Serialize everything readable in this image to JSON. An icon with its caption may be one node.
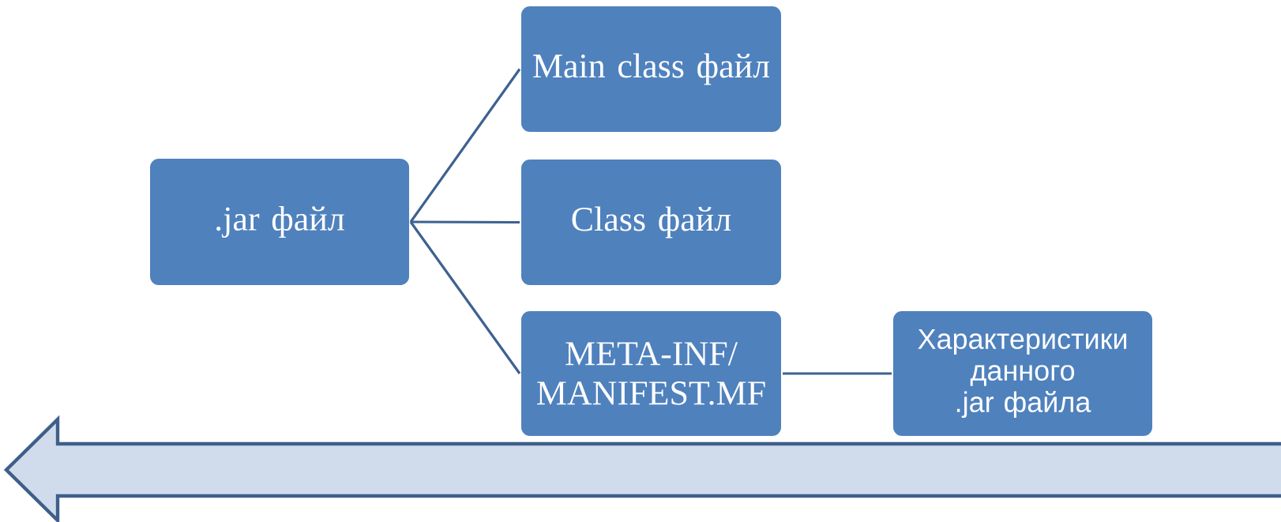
{
  "diagram": {
    "nodes": [
      {
        "text": [
          ".jar файл"
        ]
      },
      {
        "text": [
          "Main class файл"
        ]
      },
      {
        "text": [
          "Class файл"
        ]
      },
      {
        "text": [
          "META-INF/MANIFEST.MF"
        ]
      },
      {
        "text": [
          "Характеристики данного .jar файла"
        ]
      }
    ],
    "edges": [
      {
        "from": 0,
        "to": 1,
        "arrow": "none"
      },
      {
        "from": 0,
        "to": 2,
        "arrow": "none"
      },
      {
        "from": 0,
        "to": 3,
        "arrow": "none"
      },
      {
        "from": 3,
        "to": 4,
        "arrow": "none"
      }
    ]
  }
}
